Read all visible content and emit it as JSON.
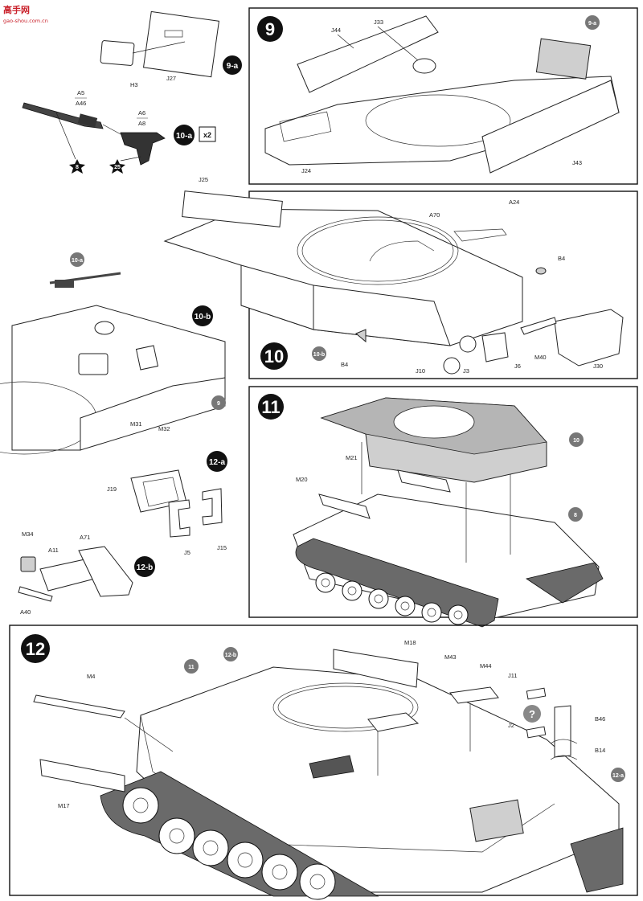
{
  "watermark": {
    "title": "高手网",
    "url": "gao-shou.com.cn"
  },
  "steps": {
    "s9": {
      "number": "9",
      "parts": [
        "J44",
        "J33",
        "J24",
        "J43"
      ],
      "sub_ref": "9-a"
    },
    "s10": {
      "number": "10",
      "parts": [
        "J25",
        "A70",
        "A24",
        "B4",
        "B4",
        "M40",
        "J30",
        "J10",
        "J3",
        "J6"
      ],
      "sub_ref": "10-b"
    },
    "s11": {
      "number": "11",
      "parts": [
        "M21",
        "M20"
      ],
      "refs": [
        "10",
        "8"
      ]
    },
    "s12": {
      "number": "12",
      "parts": [
        "M18",
        "M43",
        "M44",
        "J11",
        "M4",
        "J2",
        "B46",
        "B14",
        "M17"
      ],
      "refs": [
        "11",
        "12-b",
        "12-a"
      ],
      "unknown_marker": "?"
    }
  },
  "subassemblies": {
    "a9": {
      "badge": "9-a",
      "parts": [
        "H3",
        "J27"
      ]
    },
    "a10a": {
      "badge": "10-a",
      "multiplier": "x2",
      "parts": [
        "A5",
        "A46",
        "A6",
        "A8"
      ],
      "paint": [
        "8",
        "25"
      ]
    },
    "a10b": {
      "badge": "10-b",
      "ref_in": "10-a",
      "ref_step": "9",
      "parts": [
        "M31",
        "M32"
      ]
    },
    "a12a": {
      "badge": "12-a",
      "parts": [
        "J19",
        "J5",
        "J15"
      ]
    },
    "a12b": {
      "badge": "12-b",
      "parts": [
        "M34",
        "A11",
        "A71",
        "A40"
      ]
    }
  }
}
